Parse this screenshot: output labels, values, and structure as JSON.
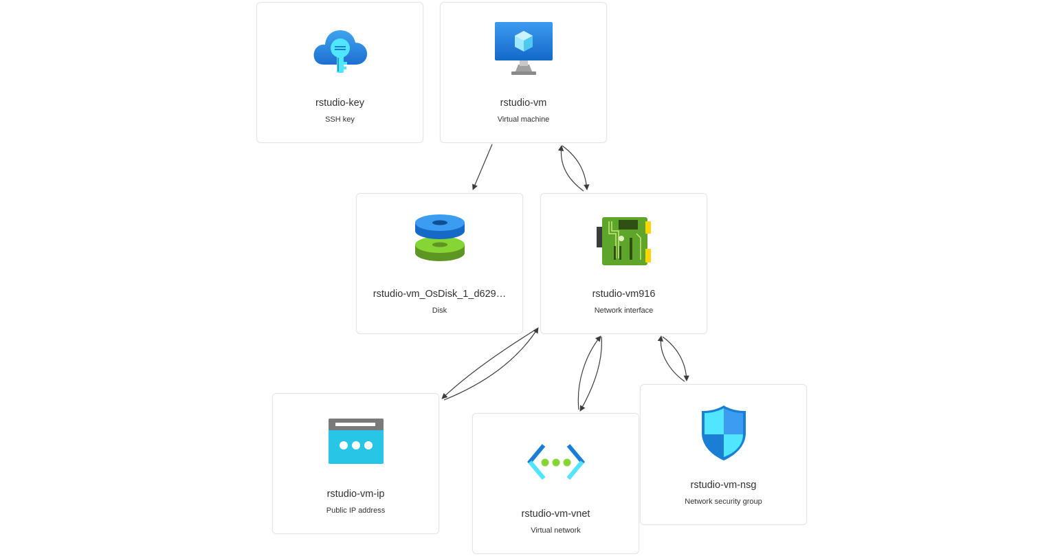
{
  "nodes": {
    "ssh_key": {
      "name": "rstudio-key",
      "type": "SSH key",
      "icon": "ssh-key-icon"
    },
    "vm": {
      "name": "rstudio-vm",
      "type": "Virtual machine",
      "icon": "virtual-machine-icon"
    },
    "disk": {
      "name": "rstudio-vm_OsDisk_1_d629…",
      "type": "Disk",
      "icon": "disk-icon"
    },
    "nic": {
      "name": "rstudio-vm916",
      "type": "Network interface",
      "icon": "network-interface-icon"
    },
    "public_ip": {
      "name": "rstudio-vm-ip",
      "type": "Public IP address",
      "icon": "public-ip-icon"
    },
    "vnet": {
      "name": "rstudio-vm-vnet",
      "type": "Virtual network",
      "icon": "virtual-network-icon"
    },
    "nsg": {
      "name": "rstudio-vm-nsg",
      "type": "Network security group",
      "icon": "network-security-group-icon"
    }
  },
  "edges": [
    {
      "from": "vm",
      "to": "disk",
      "direction": "one-way"
    },
    {
      "from": "vm",
      "to": "nic",
      "direction": "two-way"
    },
    {
      "from": "nic",
      "to": "public_ip",
      "direction": "two-way"
    },
    {
      "from": "nic",
      "to": "vnet",
      "direction": "two-way"
    },
    {
      "from": "nic",
      "to": "nsg",
      "direction": "two-way"
    }
  ],
  "colors": {
    "card_border": "#e5e5e5",
    "edge": "#3b3b3b",
    "text": "#323130"
  }
}
